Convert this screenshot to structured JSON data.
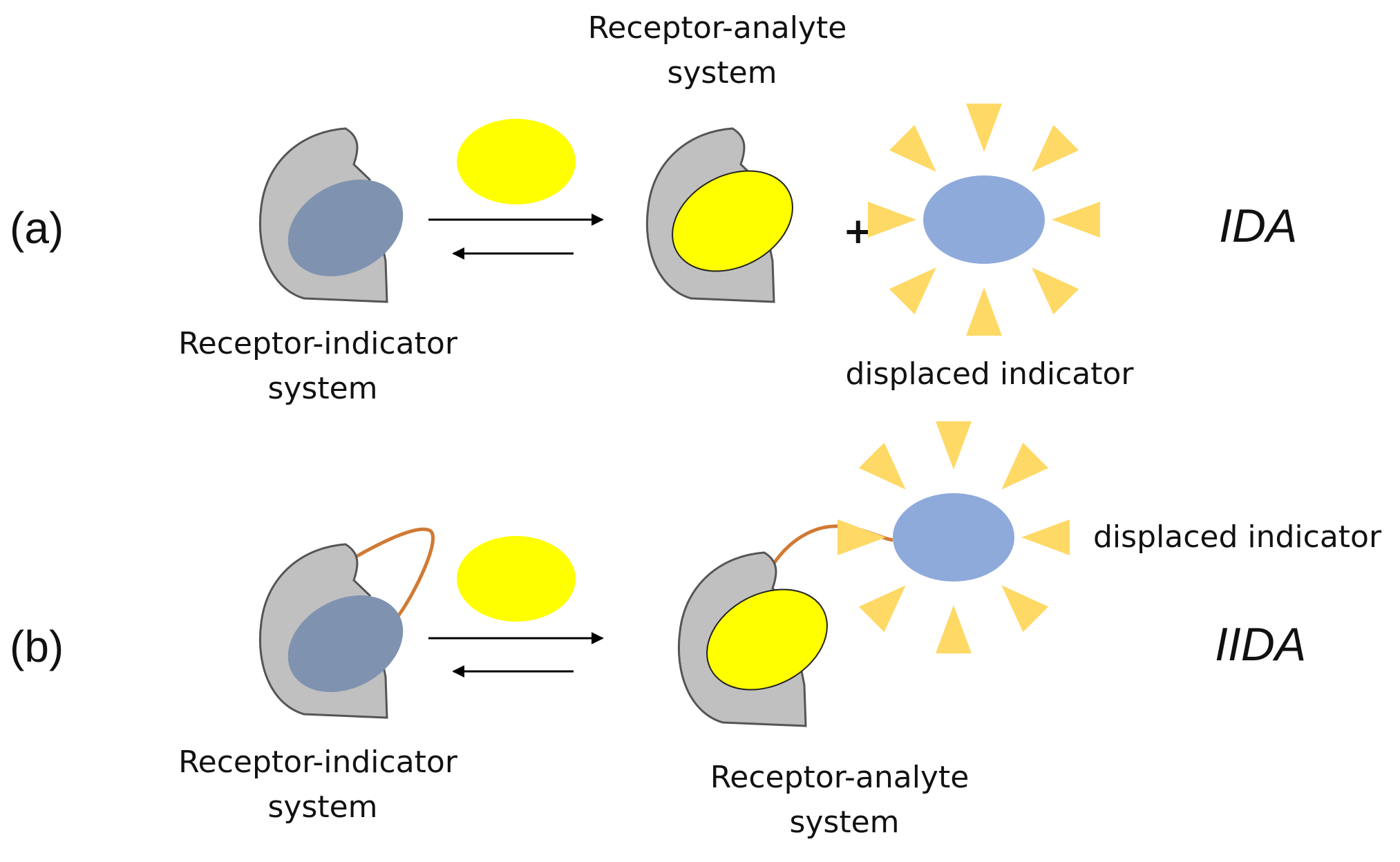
{
  "panels": {
    "a": {
      "label": "(a)",
      "acronym": "IDA",
      "receptor_indicator": [
        "Receptor-indicator",
        "system"
      ],
      "receptor_analyte": [
        "Receptor-analyte",
        "system"
      ],
      "plus": "+",
      "displaced_indicator": "displaced indicator"
    },
    "b": {
      "label": "(b)",
      "acronym": "IIDA",
      "receptor_indicator": [
        "Receptor-indicator",
        "system"
      ],
      "receptor_analyte": [
        "Receptor-analyte",
        "system"
      ],
      "displaced_indicator": "displaced indicator"
    }
  },
  "colors": {
    "receptor": "#c0c0c0",
    "receptor_outline": "#555555",
    "indicator_bound": "#7f93b0",
    "indicator_free": "#8eaadb",
    "analyte": "#ffff00",
    "glow": "#ffd966",
    "linker": "#d07a35",
    "arrow": "#000000"
  }
}
